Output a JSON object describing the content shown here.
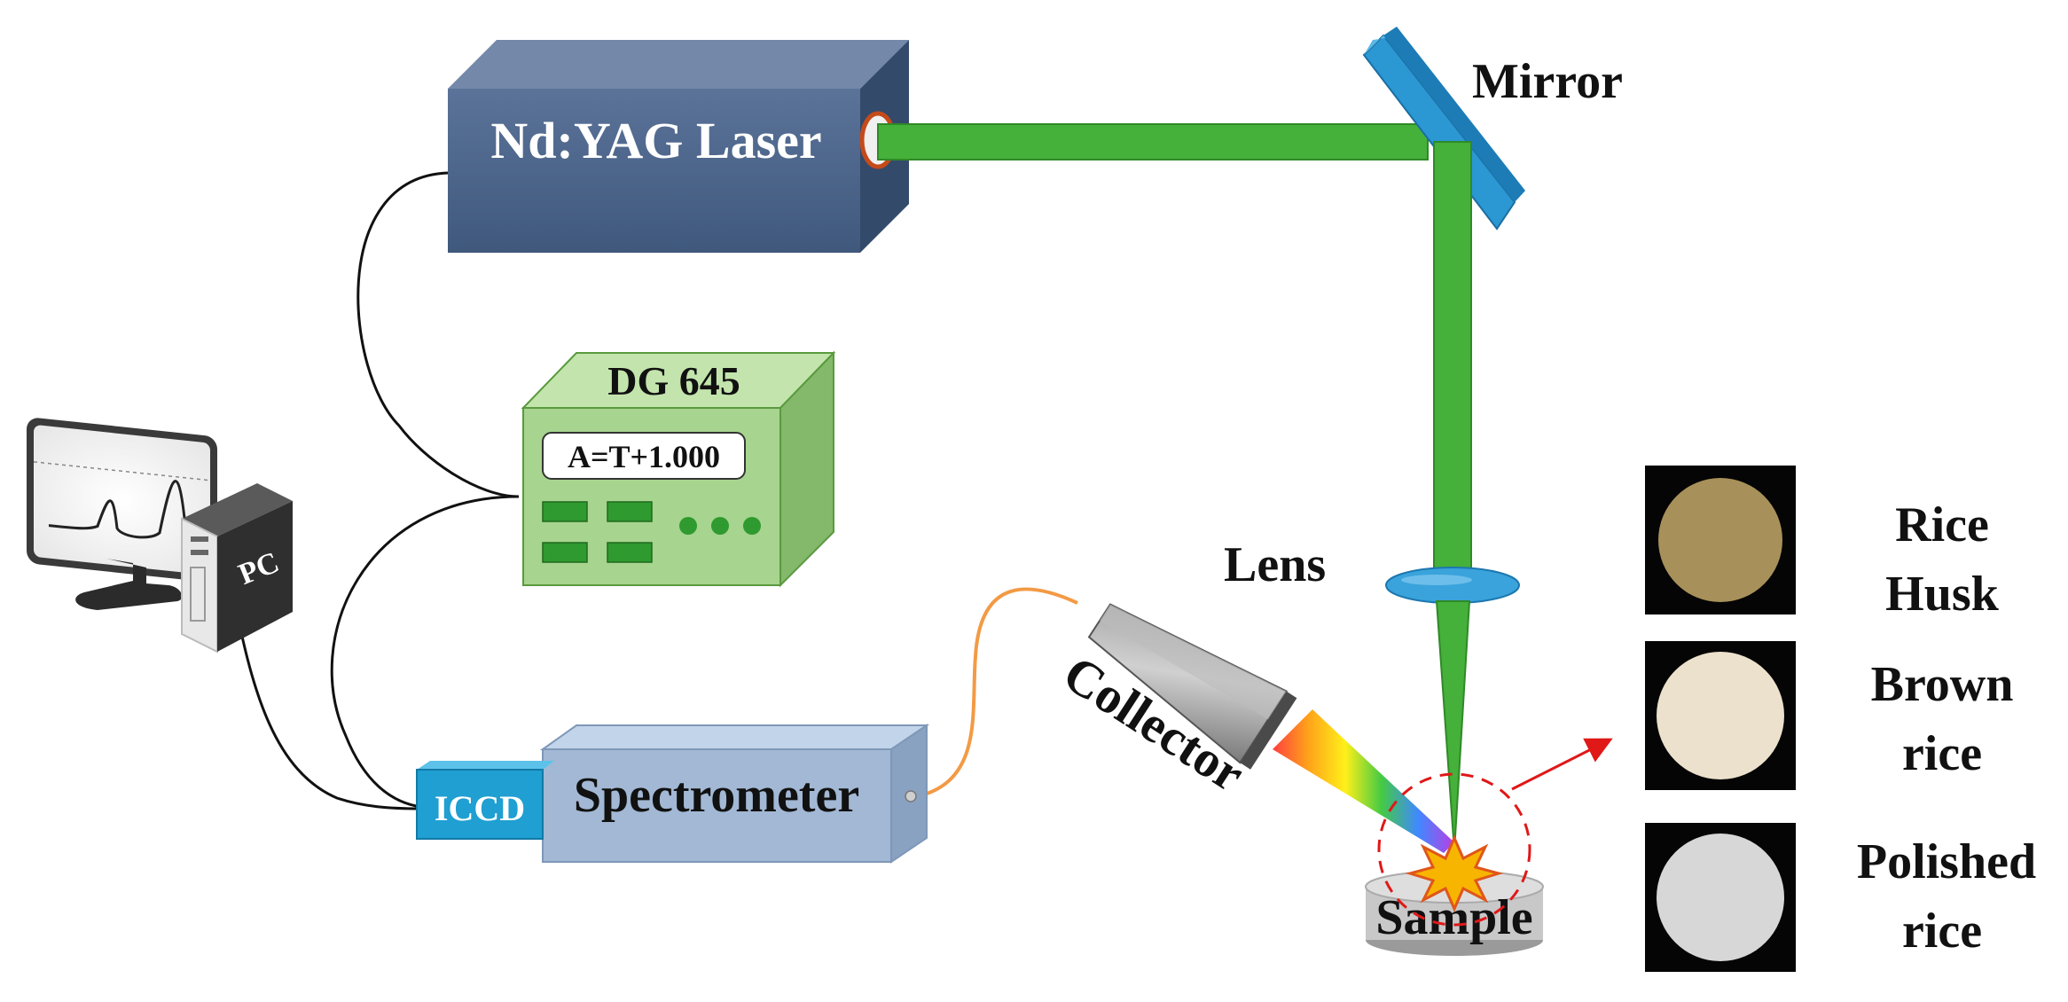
{
  "labels": {
    "laser": "Nd:YAG Laser",
    "mirror": "Mirror",
    "delay_generator": "DG 645",
    "delay_display": "A=T+1.000",
    "pc": "PC",
    "lens": "Lens",
    "collector": "Collector",
    "iccd": "ICCD",
    "spectrometer": "Spectrometer",
    "sample": "Sample"
  },
  "samples": [
    {
      "line1": "Rice",
      "line2": "Husk",
      "color": "#a8905a"
    },
    {
      "line1": "Brown",
      "line2": "rice",
      "color": "#ece1cc"
    },
    {
      "line1": "Polished",
      "line2": "rice",
      "color": "#d7d7d7"
    }
  ],
  "colors": {
    "laser_beam": "#45b03a",
    "laser_body": "#4c6488",
    "delay_box": "#a7d48f",
    "spectrometer_body": "#a2b8d4",
    "iccd": "#1f9fd2",
    "mirror": "#2b97d3",
    "fiber": "#f39a45",
    "arrow": "#e01818"
  }
}
